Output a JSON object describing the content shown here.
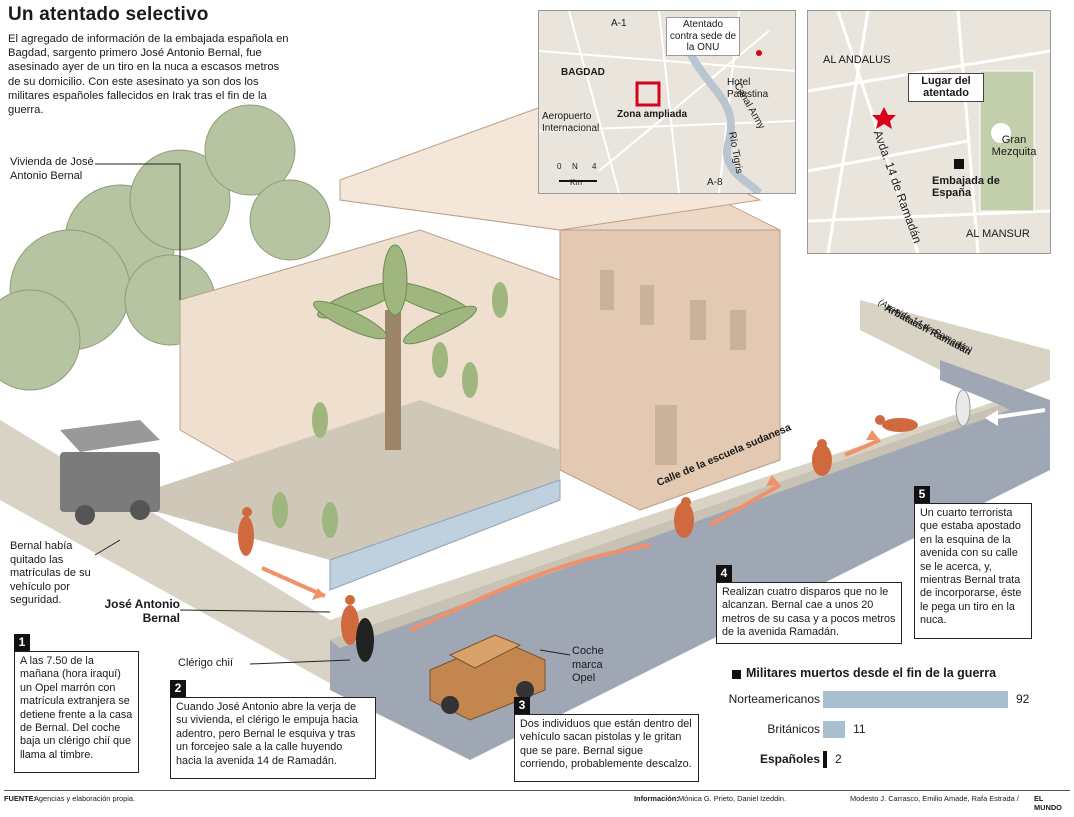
{
  "title": "Un atentado selectivo",
  "intro": "El agregado de información de la embajada española en Bagdad, sargento primero José Antonio Bernal, fue asesinado ayer de un tiro en la nuca a escasos metros de su domicilio. Con este asesinato ya son dos los militares españoles fallecidos en Irak tras el fin de la guerra.",
  "labels": {
    "vivienda": "Vivienda de José Antonio Bernal",
    "matriculas": "Bernal había quitado las matrículas de su vehículo por seguridad.",
    "jose": "José Antonio Bernal",
    "clerigo": "Clérigo chií",
    "coche": "Coche marca Opel",
    "calle": "Calle de la escuela sudanesa",
    "arbatash": "Arbataash Ramadán",
    "avenida14": "(Avenida 14 de Ramadán)"
  },
  "steps": [
    {
      "num": "1",
      "text": "A las 7.50 de la mañana (hora iraquí) un Opel marrón con matrícula extranjera se detiene frente a la casa de Bernal. Del coche baja un clérigo chií que llama al timbre."
    },
    {
      "num": "2",
      "text": "Cuando José Antonio abre la verja de su vivienda, el clérigo le empuja hacia adentro, pero Bernal le esquiva y tras un forcejeo sale a la calle huyendo hacia la avenida 14 de Ramadán."
    },
    {
      "num": "3",
      "text": "Dos individuos que están dentro del vehículo sacan pistolas y le gritan que se pare. Bernal sigue corriendo, probablemente descalzo."
    },
    {
      "num": "4",
      "text": "Realizan cuatro disparos que no le alcanzan. Bernal cae a unos 20 metros de su casa y a pocos metros de la avenida Ramadán."
    },
    {
      "num": "5",
      "text": "Un cuarto terrorista que estaba apostado en la esquina de la avenida con su calle se le acerca, y, mientras Bernal trata de incorporarse, éste le pega un tiro en la nuca."
    }
  ],
  "map1": {
    "atentado_onu": "Atentado contra sede de la ONU",
    "a1": "A-1",
    "bagdad": "BAGDAD",
    "canal": "Canal Army",
    "hotel": "Hotel Palestina",
    "aeropuerto": "Aeropuerto Internacional",
    "zona": "Zona ampliada",
    "rio": "Río Tigris",
    "a8": "A-8",
    "scale_0": "0",
    "scale_4": "4",
    "km": "Km",
    "north": "N"
  },
  "map2": {
    "andalus": "AL ANDALUS",
    "lugar": "Lugar del atentado",
    "gran": "Gran Mezquita",
    "avda": "Avda. 14 de Ramadán",
    "embajada": "Embajada de España",
    "mansur": "AL MANSUR"
  },
  "chart_data": {
    "type": "bar",
    "title": "Militares muertos desde el fin de la guerra",
    "categories": [
      "Norteamericanos",
      "Británicos",
      "Españoles"
    ],
    "values": [
      92,
      11,
      2
    ],
    "colors": [
      "#a7bfcf",
      "#a7bfcf",
      "#111111"
    ]
  },
  "footer": {
    "fuente_label": "FUENTE:",
    "fuente": "Agencias y elaboración propia.",
    "info_label": "Información:",
    "info": "Mónica G. Prieto, Daniel Izeddin.",
    "credits": "Modesto J. Carrasco, Emilio Amade, Rafa Estrada /",
    "paper": "EL MUNDO"
  }
}
